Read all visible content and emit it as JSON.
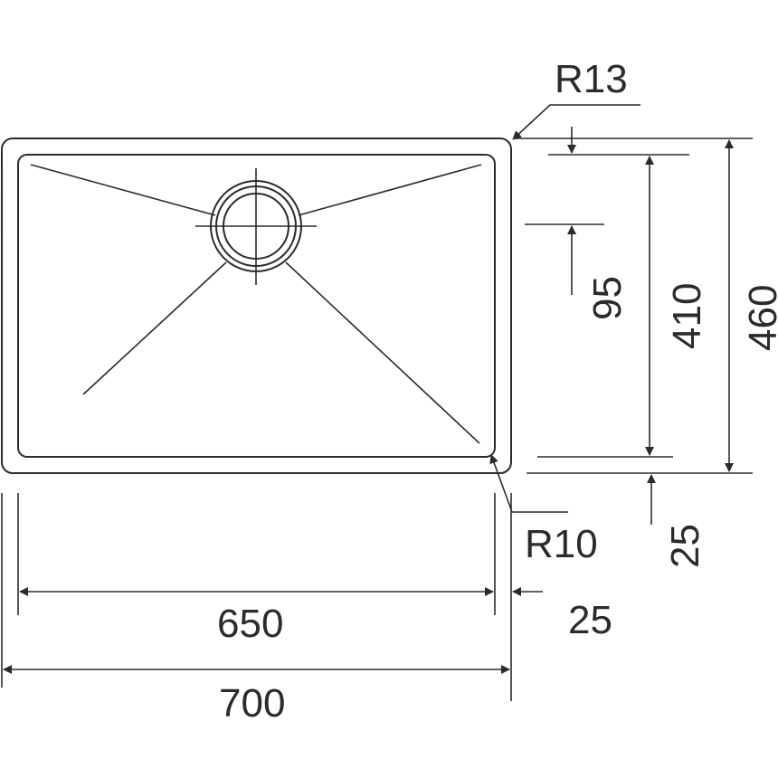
{
  "dimensions": {
    "outer_width": "700",
    "inner_width": "650",
    "right_margin": "25",
    "outer_height": "460",
    "inner_height": "410",
    "bottom_margin": "25",
    "drain_offset": "95",
    "outer_radius": "R13",
    "inner_radius": "R10"
  },
  "colors": {
    "line": "#2b2b2b",
    "background": "#ffffff"
  }
}
